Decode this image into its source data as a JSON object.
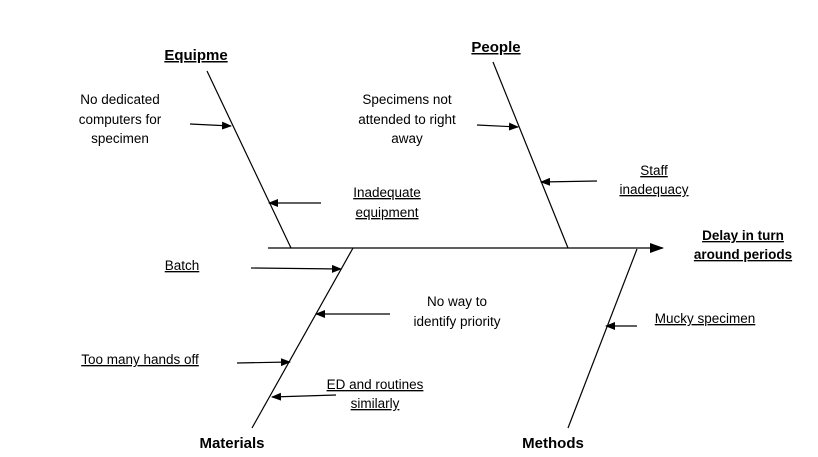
{
  "effect": [
    "Delay in turn",
    "around periods"
  ],
  "categories": {
    "equipment": "Equipme",
    "people": "People",
    "materials": "Materials",
    "methods": "Methods"
  },
  "causes": {
    "no_dedicated_computers": [
      "No dedicated",
      "computers for",
      "specimen"
    ],
    "inadequate_equipment": [
      "Inadequate",
      "equipment"
    ],
    "specimens_not_attended": [
      "Specimens not",
      "attended  to right",
      "away"
    ],
    "staff_inadequacy": [
      "Staff",
      "inadequacy"
    ],
    "batch": "Batch",
    "no_way_priority": [
      "No way to",
      "identify  priority"
    ],
    "mucky_specimen": "Mucky specimen",
    "too_many_hands": "Too many hands off",
    "ed_routines": [
      "ED and routines",
      "similarly"
    ]
  }
}
